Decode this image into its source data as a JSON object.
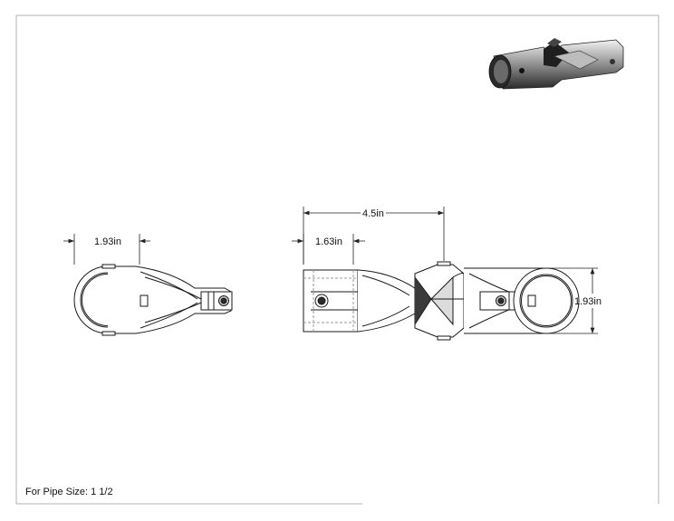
{
  "drawing": {
    "dimensions": {
      "left_view_width": "1.93in",
      "overall_length": "4.5in",
      "socket_length": "1.63in",
      "height": "1.93in"
    },
    "note": "For Pipe Size: 1 1/2",
    "colors": {
      "line": "#1a1a1a",
      "border": "#b0b0b0",
      "dim_line": "#222222",
      "hidden_line": "#999999",
      "shade_dark": "#2b2b2b",
      "shade_light": "#e8e8e8"
    }
  }
}
